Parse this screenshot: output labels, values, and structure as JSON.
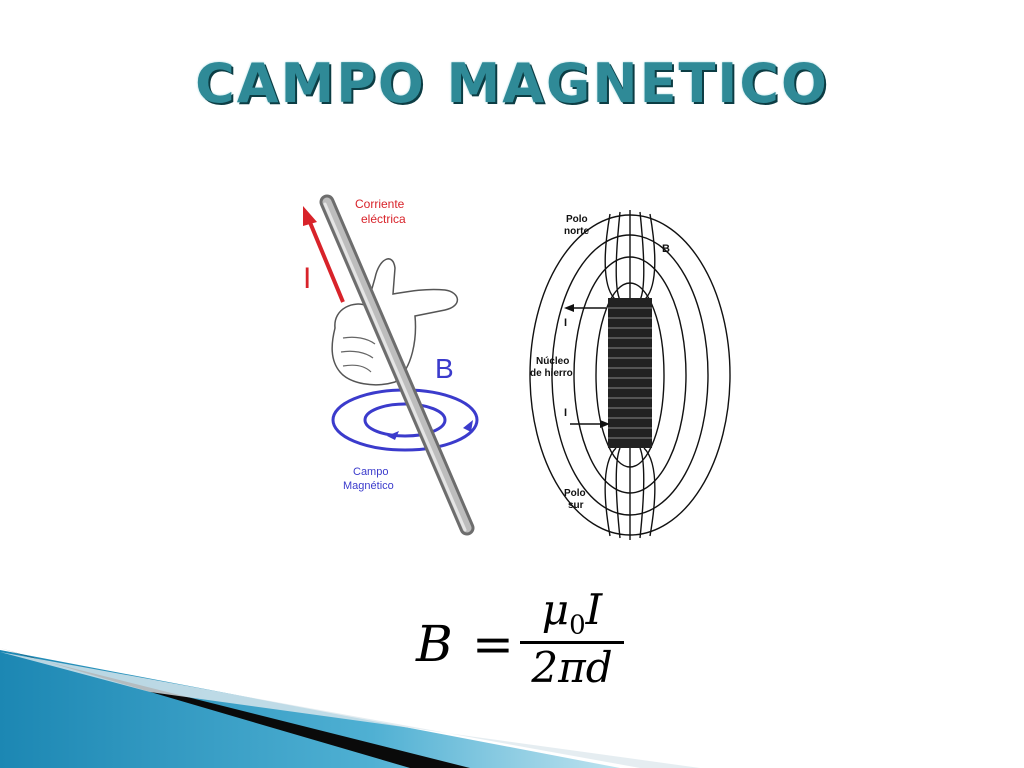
{
  "slide": {
    "title": "CAMPO MAGNETICO"
  },
  "hand_diagram": {
    "current_label": "Corriente\neléctrica",
    "current_line1": "Corriente",
    "current_line2": "eléctrica",
    "current_symbol": "I",
    "field_symbol": "B",
    "field_line1": "Campo",
    "field_line2": "Magnético",
    "colors": {
      "arrow": "#d8232a",
      "field": "#3b3bcc",
      "label": "#d8232a"
    }
  },
  "coil_diagram": {
    "north_line1": "Polo",
    "north_line2": "norte",
    "south_line1": "Polo",
    "south_line2": "sur",
    "core_line1": "Núcleo",
    "core_line2": "de hierro",
    "field_symbol": "B",
    "current_symbol_top": "I",
    "current_symbol_bottom": "I"
  },
  "formula": {
    "lhs": "B",
    "equals": "=",
    "numerator_mu": "μ",
    "numerator_sub": "0",
    "numerator_var": "I",
    "denominator": "2πd"
  },
  "theme": {
    "title_color": "#2f8a97",
    "accent_dark": "#0c3d44",
    "band_blue": "#1c87b3"
  }
}
